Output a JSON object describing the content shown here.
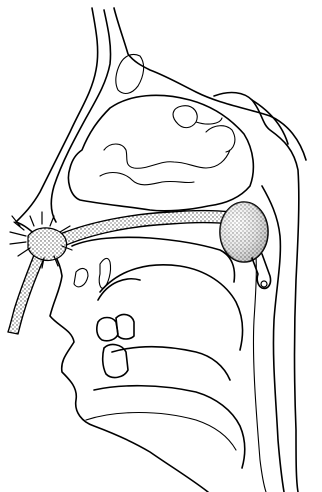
{
  "figure": {
    "description_visible_text": "",
    "colors": {
      "ink": "#000000",
      "background": "#ffffff",
      "stipple": "#444444"
    },
    "parts": [
      "face-profile-outline",
      "nasal-cavity-outline",
      "nasal-turbinates",
      "sinus-outline",
      "nasopharynx-outline",
      "pharynx-outline",
      "palate-and-tongue-outline",
      "teeth",
      "tube-catheter",
      "balloon-cuff",
      "inflation-valve",
      "external-tube",
      "nostril-fringe"
    ]
  }
}
